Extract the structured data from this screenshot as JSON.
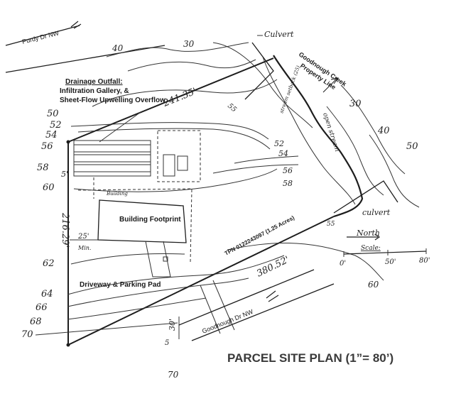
{
  "title": "PARCEL SITE PLAN (1”= 80’)",
  "roads": {
    "purdy": "Purdy Dr NW",
    "goodnough": "Goodnough Dr NW"
  },
  "creek": {
    "name": "Goodnough Creek",
    "subtitle": "Property Line"
  },
  "culverts": [
    "Culvert",
    "culvert"
  ],
  "drainage": {
    "title": "Drainage Outfall:",
    "line2": "Infiltration Gallery, &",
    "line3": "Sheet-Flow Upwelling Overflow"
  },
  "labels": {
    "building_footprint": "Building Footprint",
    "driveway": "Driveway & Parking Pad",
    "tpn": "TPN 0122243097 (1.25 Acres)",
    "building_small": "Building",
    "north": "North",
    "scale": "Scale:"
  },
  "dimensions": {
    "top": "241.35'",
    "left": "216.29'",
    "bottom": "380.52'",
    "setback_25": "25'",
    "setback_25_note": "Min.",
    "setback_5": "5'",
    "setback_55": "55",
    "setback_30": "30'",
    "setback_5b": "5",
    "setback_55b": "55"
  },
  "contours": [
    "30",
    "40",
    "50",
    "52",
    "54",
    "56",
    "58",
    "60",
    "62",
    "64",
    "66",
    "68",
    "70",
    "30",
    "40",
    "50",
    "52",
    "54",
    "56",
    "58",
    "60",
    "70"
  ],
  "scale_ticks": [
    "0'",
    "50'",
    "80'"
  ],
  "creek_notes": {
    "note1": "open stream",
    "note2": "stream setback (25)"
  }
}
